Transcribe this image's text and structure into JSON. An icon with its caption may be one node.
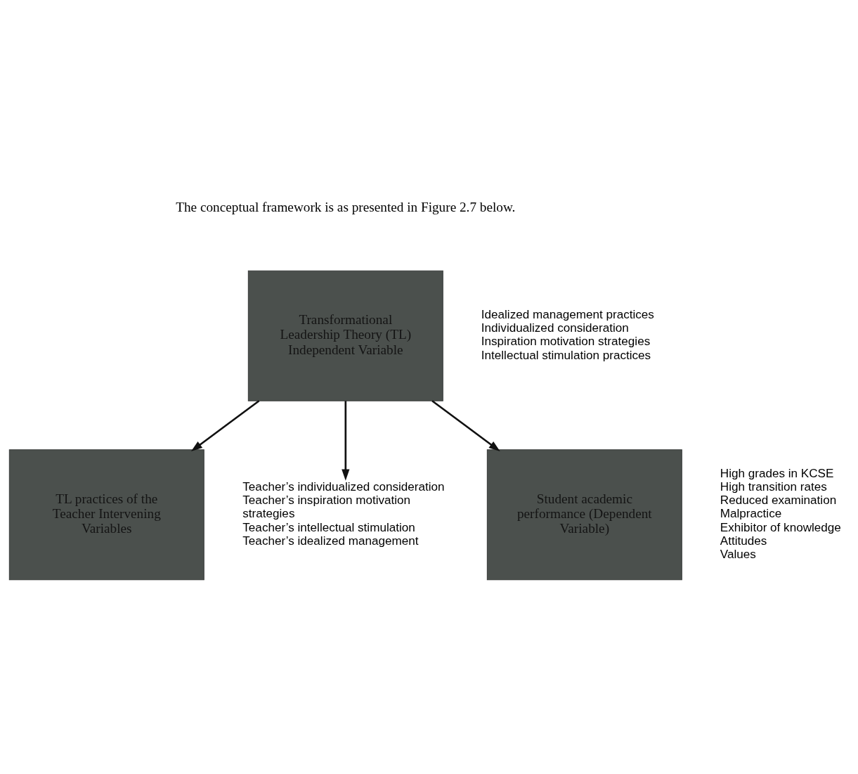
{
  "diagram": {
    "nodes": [
      {
        "text": [
          "Transformational Leadership Theory (TL) Independent Variable"
        ]
      },
      {
        "text": [
          "Idealized management practices",
          "Individualized consideration",
          "Inspiration motivation strategies",
          "Intellectual stimulation practices"
        ]
      },
      {
        "text": [
          "TL practices of the Teacher Intervening Variables"
        ]
      },
      {
        "text": [
          "Teacher’s individualized consideration",
          "Teacher’s inspiration motivation",
          "strategies",
          "Teacher’s intellectual stimulation",
          "Teacher’s idealized management"
        ]
      },
      {
        "text": [
          "Student academic performance (Dependent Variable)"
        ]
      },
      {
        "text": [
          "High grades in KCSE",
          "High transition rates",
          "Reduced examination",
          "Malpractice",
          "Exhibitor of knowledge",
          "Attitudes",
          "Values"
        ]
      }
    ],
    "edges": [
      {
        "from": 0,
        "to": 2,
        "arrow": "to"
      },
      {
        "from": 0,
        "to": 4,
        "arrow": "to"
      },
      {
        "from": 0,
        "to": 3,
        "arrow": "to"
      }
    ],
    "labels": [
      "The conceptual framework is as presented in Figure 2.7 below."
    ]
  }
}
